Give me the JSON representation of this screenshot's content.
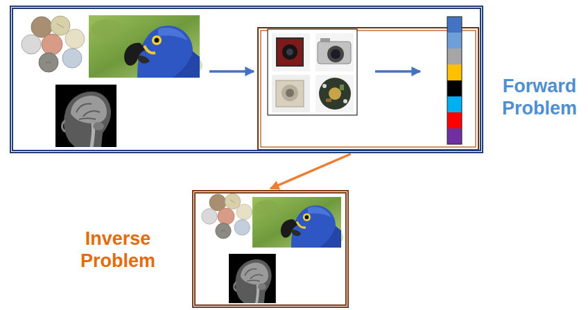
{
  "diagram": {
    "nodes": [
      {
        "text": [
          "Forward Problem"
        ]
      },
      {
        "text": [
          "Inverse Problem"
        ]
      }
    ],
    "edges": [
      {
        "from": 0,
        "to": 1,
        "arrow": "to"
      }
    ]
  }
}
